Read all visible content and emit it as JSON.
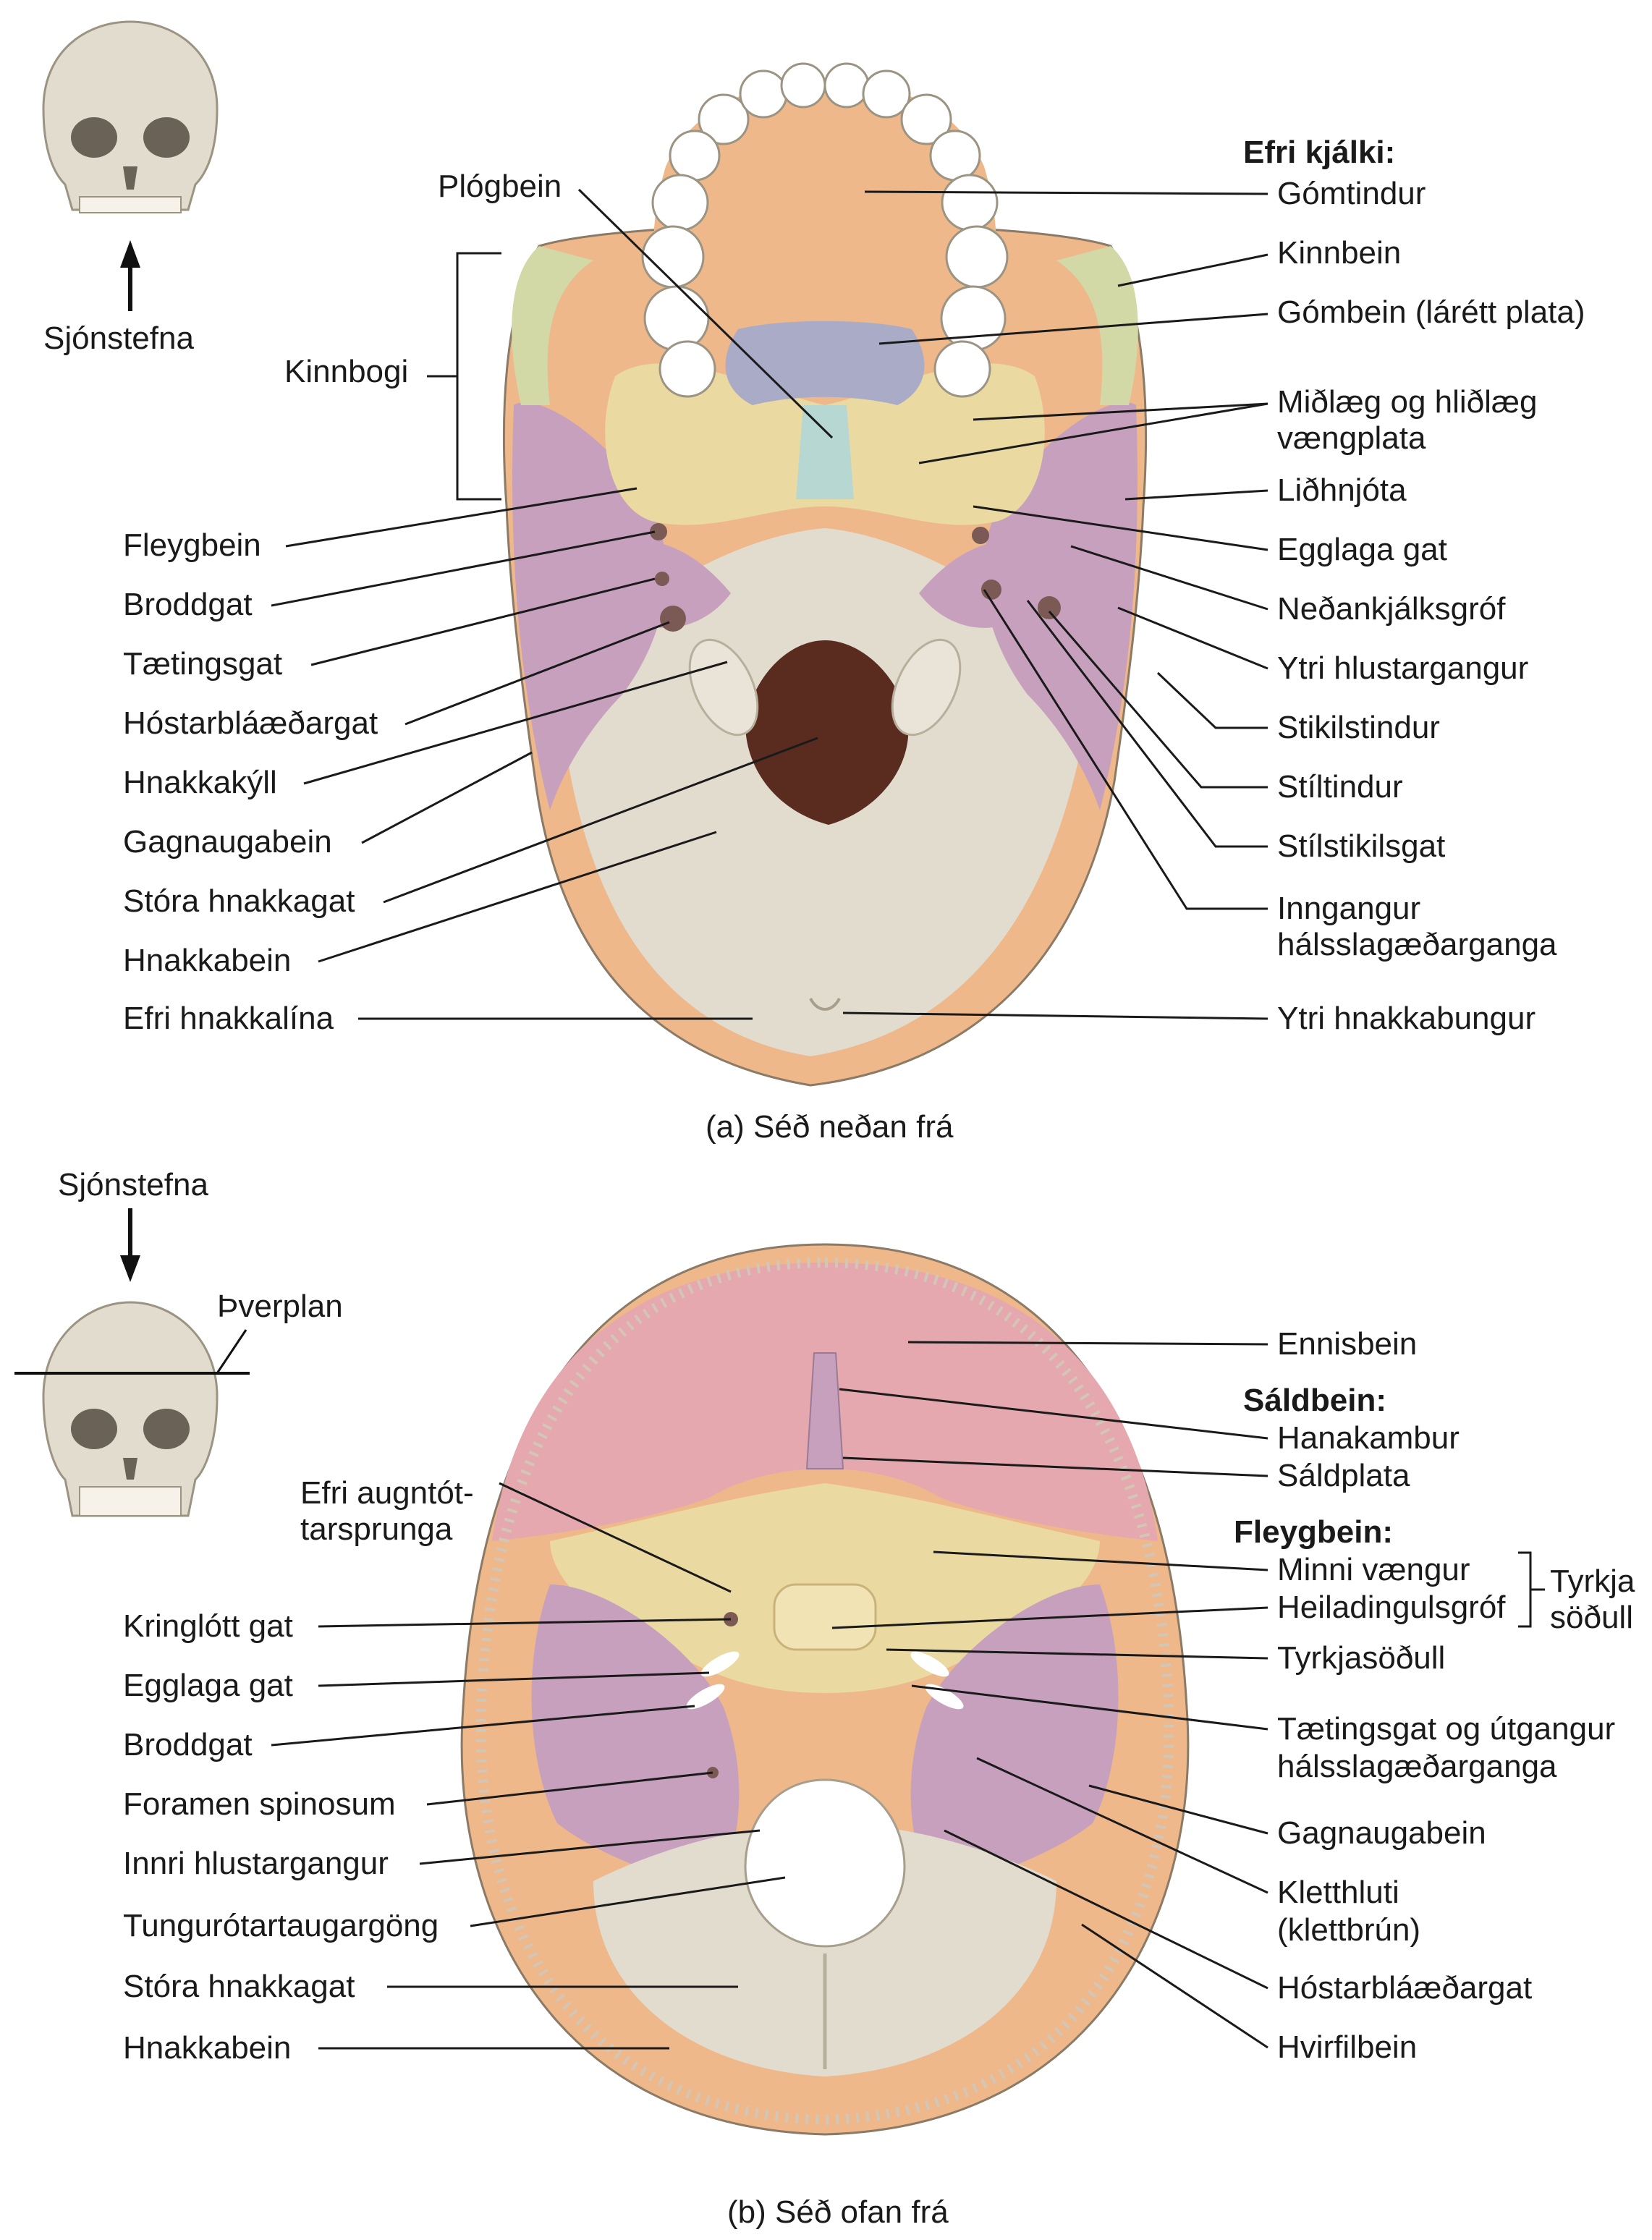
{
  "panel_a": {
    "caption": "(a) Séð neðan frá",
    "view_label": "Sjónstefna",
    "heading_right": "Efri kjálki:",
    "labels": {
      "plogbein": "Plógbein",
      "kinnbogi": "Kinnbogi",
      "fleygbein": "Fleygbein",
      "broddgat": "Broddgat",
      "taetingsgat": "Tætingsgat",
      "hostarblaaedargat": "Hóstarbláæðargat",
      "hnakkakyll": "Hnakkakýll",
      "gagnaugabein": "Gagnaugabein",
      "stora_hnakkagat": "Stóra hnakkagat",
      "hnakkabein": "Hnakkabein",
      "efri_hnakkalina": "Efri hnakkalína",
      "gomtindur": "Gómtindur",
      "kinnbein": "Kinnbein",
      "gombein": "Gómbein (lárétt plata)",
      "vaengplata_1": "Miðlæg og hliðlæg",
      "vaengplata_2": "vængplata",
      "lidhnjota": "Liðhnjóta",
      "egglaga_gat": "Egglaga gat",
      "nedankjalksgrof": "Neðankjálksgróf",
      "ytri_hlustargangur": "Ytri hlustargangur",
      "stikilstindur": "Stikilstindur",
      "stiltindur": "Stíltindur",
      "stilstikilsgat": "Stílstikilsgat",
      "inngangur_1": "Inngangur",
      "inngangur_2": "hálsslagæðarganga",
      "ytri_hnakkabungur": "Ytri hnakkabungur"
    }
  },
  "panel_b": {
    "caption": "(b) Séð ofan frá",
    "view_label": "Sjónstefna",
    "plane_label": "Þverplan",
    "heading_saldbein": "Sáldbein:",
    "heading_fleygbein": "Fleygbein:",
    "labels": {
      "efri_augntot_1": "Efri augntót-",
      "efri_augntot_2": "tarsprunga",
      "kringlott_gat": "Kringlótt gat",
      "egglaga_gat": "Egglaga gat",
      "broddgat": "Broddgat",
      "foramen_spinosum": "Foramen spinosum",
      "innri_hlustargangur": "Innri hlustargangur",
      "tungurotar": "Tungurótartaugargöng",
      "stora_hnakkagat": "Stóra hnakkagat",
      "hnakkabein": "Hnakkabein",
      "ennisbein": "Ennisbein",
      "hanakambur": "Hanakambur",
      "saldplata": "Sáldplata",
      "minni_vaengur": "Minni vængur",
      "heiladingulsgrof": "Heiladingulsgróf",
      "tyrkja_1": "Tyrkja",
      "tyrkja_2": "söðull",
      "tyrkjasodull": "Tyrkjasöðull",
      "taetingsgat_1": "Tætingsgat og útgangur",
      "taetingsgat_2": "hálsslagæðarganga",
      "gagnaugabein": "Gagnaugabein",
      "kletthluti_1": "Kletthluti",
      "kletthluti_2": "(klettbrún)",
      "hostarblaaedargat": "Hóstarbláæðargat",
      "hvirfilbein": "Hvirfilbein"
    }
  },
  "colors": {
    "bone_beige": "#e2dccf",
    "maxilla_orange": "#eeb88a",
    "sphenoid_yellow": "#ead9a0",
    "temporal_purple": "#c7a0bd",
    "zygomatic_green": "#d2d9a6",
    "palatine_blue": "#a9abc7",
    "vomer_teal": "#b6d7d2",
    "frontal_pink": "#e4a8ae",
    "foramen_dark": "#5a2c20"
  }
}
